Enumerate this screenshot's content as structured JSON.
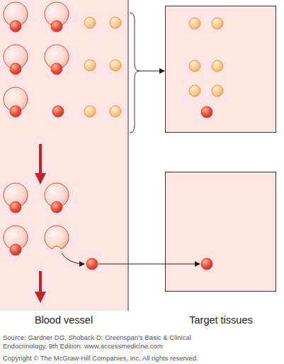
{
  "diagram": {
    "labels": [
      "Blood vessel",
      "Target tissues",
      "Source: Gardner DG, Shoback D: Greenspan's Basic & Clinical Endocrinology, 9th Edition: www.accessmedicine.com",
      "Copyright © The McGraw-Hill Companies, Inc. All rights reserved."
    ]
  }
}
